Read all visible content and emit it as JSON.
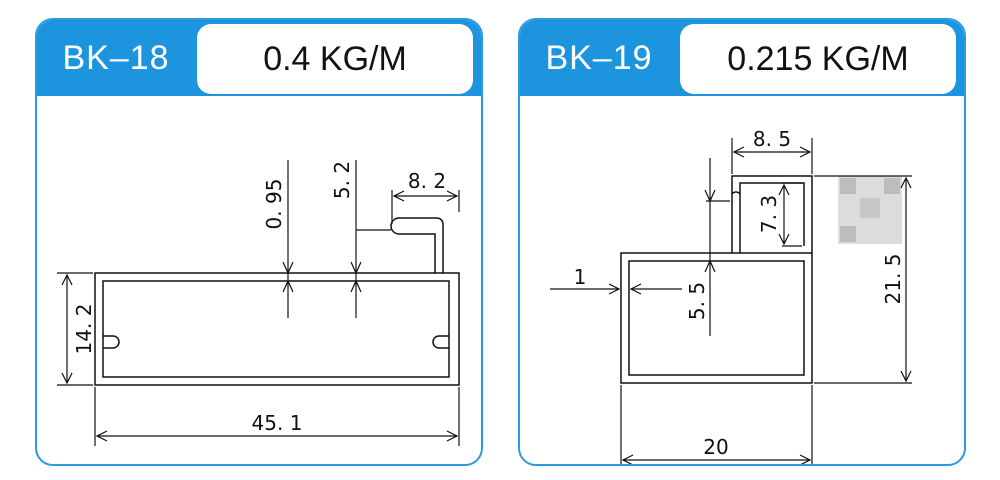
{
  "colors": {
    "accent": "#1d95de",
    "border": "#2a9be0",
    "line": "#111111",
    "text": "#111111"
  },
  "profiles": [
    {
      "code": "BK–18",
      "weight": "0.4 KG/M",
      "dimensions": {
        "width": "45. 1",
        "height": "14. 2",
        "wall": "0. 95",
        "lip_height": "5. 2",
        "lip_width": "8. 2"
      }
    },
    {
      "code": "BK–19",
      "weight": "0.215 KG/M",
      "dimensions": {
        "width": "20",
        "height": "21. 5",
        "top_width": "8. 5",
        "top_height": "7. 3",
        "wall": "1",
        "inner_offset": "5. 5"
      },
      "qr_icon": "qr-code-icon"
    }
  ]
}
